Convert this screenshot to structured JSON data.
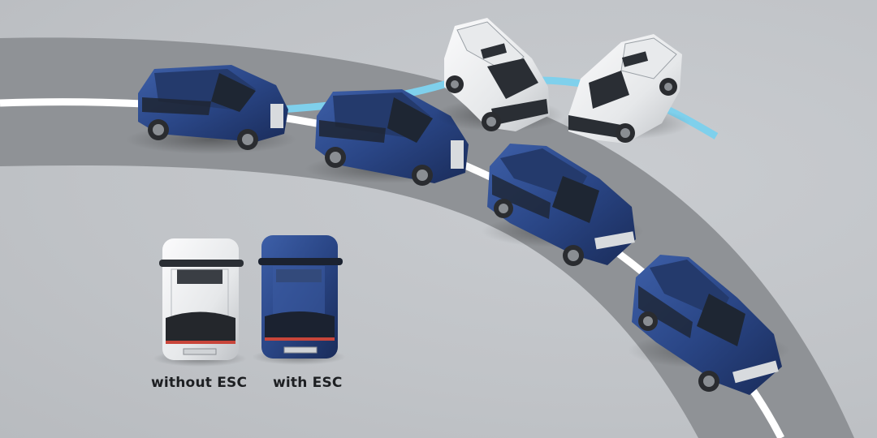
{
  "scene": {
    "title": "Electronic Stability Control illustration",
    "colors": {
      "background": "#c2c5c9",
      "road": "#8e9195",
      "lane_line": "#ffffff",
      "skid_path": "#7fd0ec",
      "car_blue": "#2b4a8c",
      "car_white": "#eceef0"
    }
  },
  "labels": {
    "without_esc": "without ESC",
    "with_esc": "with ESC"
  },
  "cars": [
    {
      "id": "blue-1",
      "color": "blue",
      "group": "with ESC path"
    },
    {
      "id": "blue-2",
      "color": "blue",
      "group": "with ESC path"
    },
    {
      "id": "blue-3",
      "color": "blue",
      "group": "with ESC path"
    },
    {
      "id": "blue-4",
      "color": "blue",
      "group": "with ESC path"
    },
    {
      "id": "white-1",
      "color": "white",
      "group": "without ESC path"
    },
    {
      "id": "white-2",
      "color": "white",
      "group": "without ESC path"
    },
    {
      "id": "legend-white",
      "color": "white",
      "group": "legend"
    },
    {
      "id": "legend-blue",
      "color": "blue",
      "group": "legend"
    }
  ]
}
